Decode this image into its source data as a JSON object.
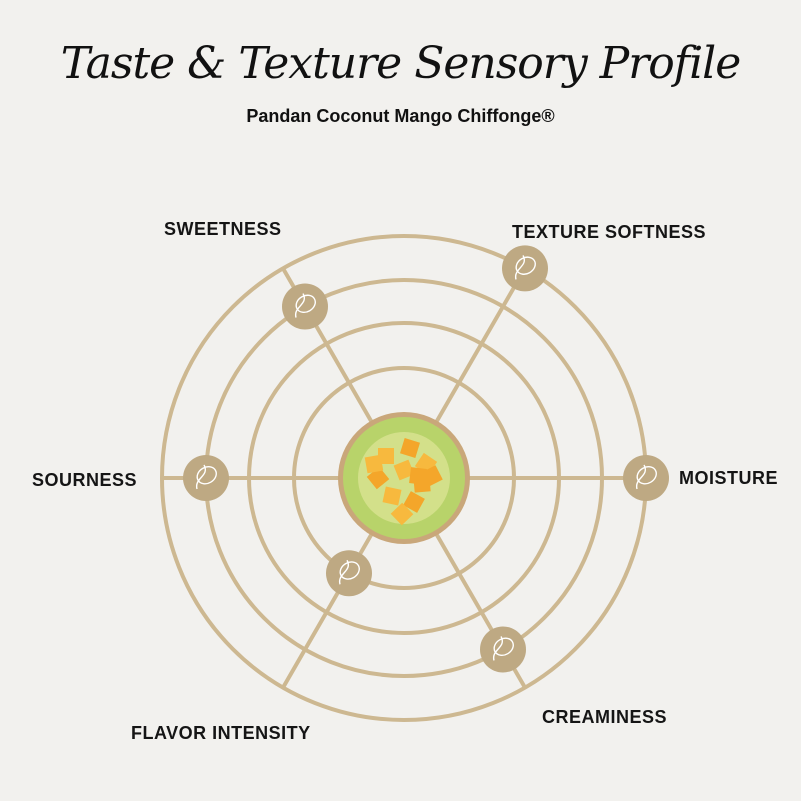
{
  "title": "Taste & Texture Sensory Profile",
  "subtitle": "Pandan Coconut Mango Chiffonge®",
  "colors": {
    "ring": "#cdb891",
    "marker": "#bea983",
    "marker_icon": "#ffffff",
    "background": "#f2f1ee"
  },
  "chart_data": {
    "type": "radar",
    "title": "Taste & Texture Sensory Profile",
    "subtitle": "Pandan Coconut Mango Chiffonge®",
    "scale": [
      0,
      4
    ],
    "rings": 4,
    "categories": [
      "Sweetness",
      "Texture Softness",
      "Moisture",
      "Creaminess",
      "Flavor Intensity",
      "Sourness"
    ],
    "labels": [
      "SWEETNESS",
      "TEXTURE SOFTNESS",
      "MOISTURE",
      "CREAMINESS",
      "FLAVOR INTENSITY",
      "SOURNESS"
    ],
    "angles_deg": [
      120,
      60,
      0,
      -60,
      -120,
      180
    ],
    "values": [
      3,
      4,
      4,
      3,
      1,
      3
    ],
    "marker_icon": "leaf-logo-icon"
  }
}
